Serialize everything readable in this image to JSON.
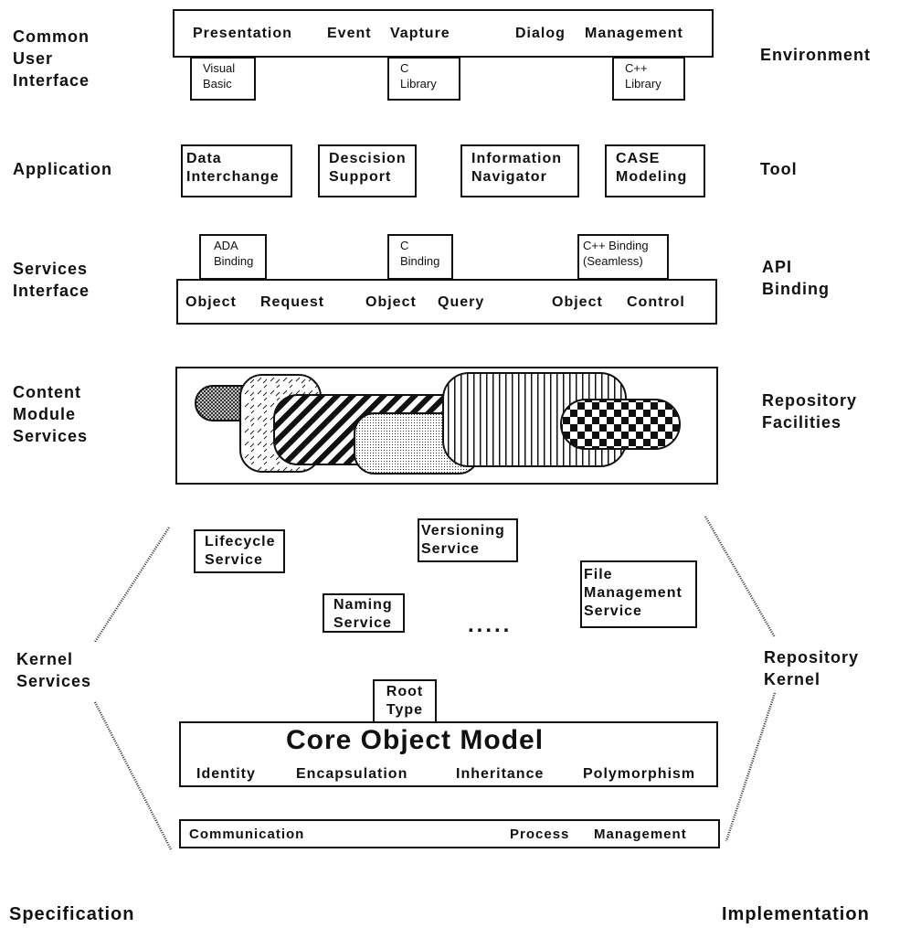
{
  "left_labels": {
    "cui": "Common\nUser\nInterface",
    "application": "Application",
    "services_interface": "Services\nInterface",
    "content_module": "Content\nModule\nServices",
    "kernel_services": "Kernel\nServices",
    "specification": "Specification"
  },
  "right_labels": {
    "environment": "Environment",
    "tool": "Tool",
    "api_binding": "API\nBinding",
    "repository_facilities": "Repository\nFacilities",
    "repository_kernel": "Repository\nKernel",
    "implementation": "Implementation"
  },
  "cui_bar": {
    "presentation": "Presentation",
    "event": "Event",
    "vapture": "Vapture",
    "dialog": "Dialog",
    "management": "Management"
  },
  "libraries": {
    "vb": "Visual\nBasic",
    "c": "C\nLibrary",
    "cpp": "C++\nLibrary"
  },
  "tools": {
    "data_interchange": "Data\nInterchange",
    "decision_support": "Descision\nSupport",
    "information_navigator": "Information\nNavigator",
    "case_modeling": "CASE\nModeling"
  },
  "bindings": {
    "ada": "ADA\nBinding",
    "c": "C\nBinding",
    "cpp": "C++ Binding\n(Seamless)"
  },
  "services_bar": {
    "object1": "Object",
    "request": "Request",
    "object2": "Object",
    "query": "Query",
    "object3": "Object",
    "control": "Control"
  },
  "kernel": {
    "lifecycle": "Lifecycle\nService",
    "versioning": "Versioning\nService",
    "naming": "Naming\nService",
    "file_management": "File\nManagement\nService",
    "ellipsis": ".....",
    "root_type": "Root\nType"
  },
  "core": {
    "title": "Core  Object  Model",
    "identity": "Identity",
    "encapsulation": "Encapsulation",
    "inheritance": "Inheritance",
    "polymorphism": "Polymorphism"
  },
  "bottom_bar": {
    "communication": "Communication",
    "process": "Process",
    "management": "Management"
  }
}
